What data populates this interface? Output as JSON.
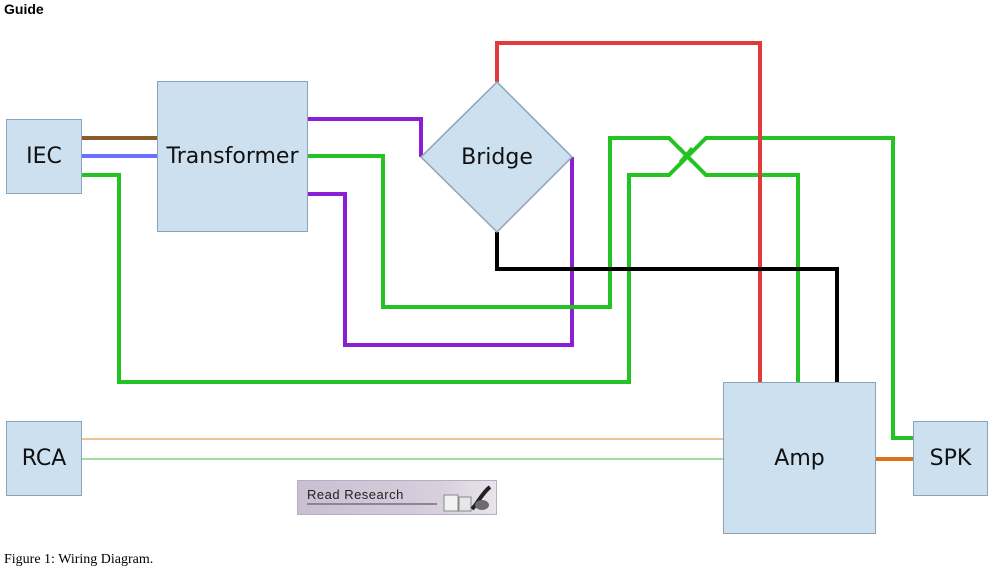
{
  "header": {
    "title": "Guide"
  },
  "caption": "Figure 1: Wiring Diagram.",
  "components": {
    "iec": "IEC",
    "transformer": "Transformer",
    "bridge": "Bridge",
    "rca": "RCA",
    "amp": "Amp",
    "spk": "SPK"
  },
  "logo": {
    "text": "Read Research"
  },
  "colors": {
    "box_fill": "#cce0ef",
    "box_border": "#8aa3b8",
    "green": "#22c322",
    "purple": "#8b1fd6",
    "red": "#e03a3a",
    "black": "#000000",
    "brown": "#8a5a2b",
    "blue": "#6a70ff",
    "orange": "#d9731a",
    "light_orange": "#efc39a",
    "light_green": "#9fe09f"
  }
}
